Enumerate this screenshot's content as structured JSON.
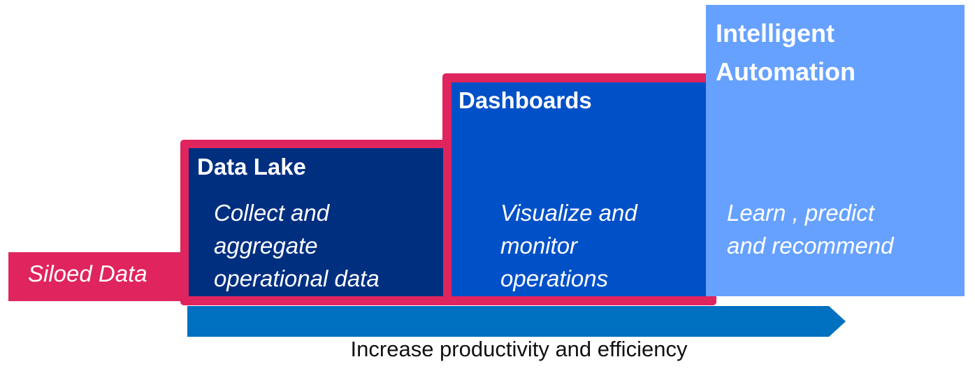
{
  "colors": {
    "pink": "#e0245e",
    "data_lake": "#002f80",
    "dashboards": "#0050c8",
    "intelligent_automation": "#66a1ff",
    "arrow": "#0070c0"
  },
  "stages": {
    "siloed": {
      "label": "Siloed Data"
    },
    "data_lake": {
      "title": "Data Lake",
      "description": "Collect and\naggregate\noperational data"
    },
    "dashboards": {
      "title": "Dashboards",
      "description": "Visualize and\nmonitor\noperations"
    },
    "intelligent_automation": {
      "title": "Intelligent\nAutomation",
      "description": "Learn , predict\nand recommend"
    }
  },
  "arrow": {
    "label": "Increase productivity and efficiency"
  }
}
